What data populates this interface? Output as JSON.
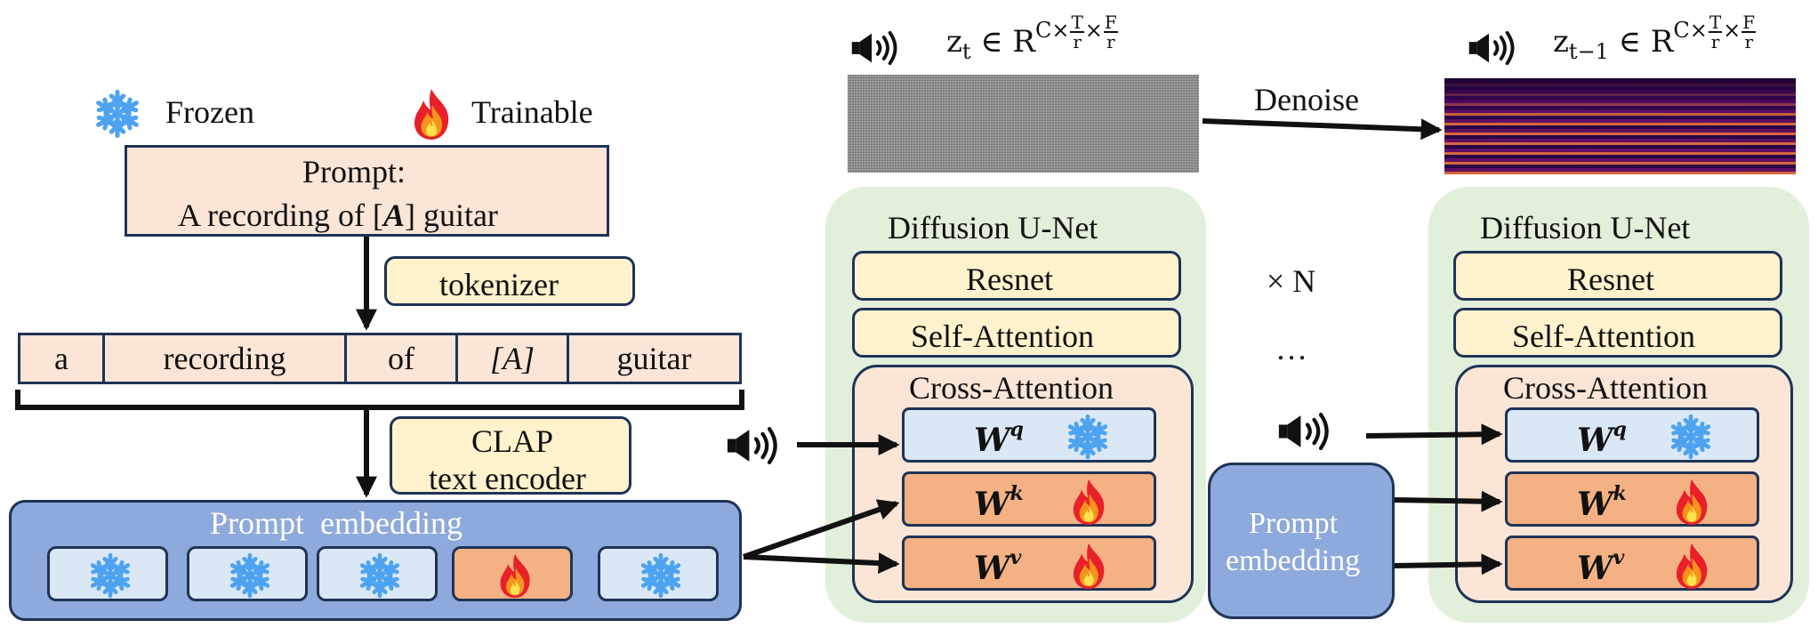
{
  "legend": {
    "frozen": "Frozen",
    "trainable": "Trainable",
    "frozen_icon": "snowflake-icon",
    "trainable_icon": "fire-icon"
  },
  "prompt": {
    "line1": "Prompt:",
    "line2_pre": "A recording of [",
    "line2_var": "A",
    "line2_post": "] guitar"
  },
  "tokenizer": "tokenizer",
  "tokens": [
    "a",
    "recording",
    "of",
    "[A]",
    "guitar"
  ],
  "clap": {
    "line1": "CLAP",
    "line2": "text encoder"
  },
  "prompt_embedding": {
    "title": "Prompt  embedding",
    "cells": [
      "frozen",
      "frozen",
      "frozen",
      "trainable",
      "frozen"
    ]
  },
  "latent_t": {
    "base": "z",
    "sub": "t",
    "in": "∈ R",
    "exp_prefix": "C×",
    "exp_t": "T",
    "exp_f": "F",
    "den": "r"
  },
  "latent_t1": {
    "base": "z",
    "sub": "t−1",
    "in": "∈ R",
    "exp_prefix": "C×",
    "exp_t": "T",
    "exp_f": "F",
    "den": "r"
  },
  "denoise": "Denoise",
  "unet": {
    "title": "Diffusion U-Net",
    "resnet": "Resnet",
    "self_attention": "Self-Attention",
    "cross_attention": "Cross-Attention",
    "wq": "W",
    "wq_sup": "q",
    "wk": "W",
    "wk_sup": "k",
    "wv": "W",
    "wv_sup": "v"
  },
  "repeat": "× N",
  "ellipsis": "…",
  "prompt_embedding_small": {
    "line1": "Prompt",
    "line2": "embedding"
  },
  "colors": {
    "prompt_fill": "#fbe5d6",
    "yellow_fill": "#fff2cc",
    "embedding_fill": "#8ea9db",
    "panel_fill": "#e2efda",
    "frozen_fill": "#dae8f5",
    "trainable_fill": "#f4b183",
    "border": "#1f3356",
    "snowflake": "#4ea3f0"
  }
}
